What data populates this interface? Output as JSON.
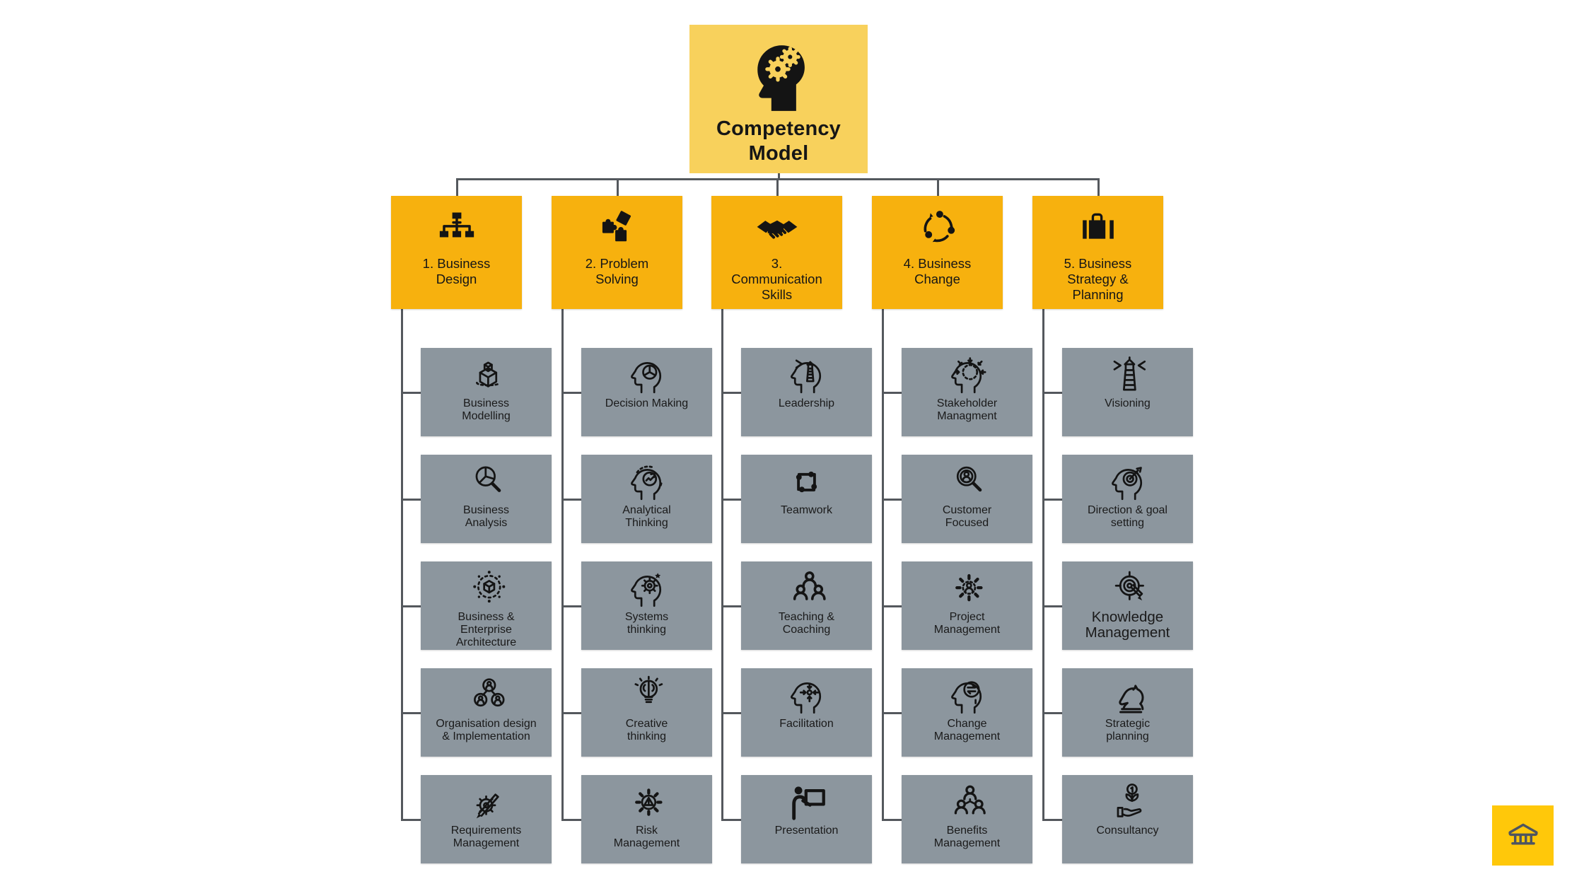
{
  "title": "Competency Model",
  "root": {
    "label": "Competency\nModel",
    "icon": "head-gears-icon"
  },
  "colors": {
    "background": "#FFFFFF",
    "root_bg": "#F8D15C",
    "category_bg": "#F7B10E",
    "item_bg": "#8C969E",
    "connector": "#54585D",
    "text": "#161616",
    "icon": "#141414",
    "footer_bg": "#FFC80A",
    "footer_icon": "#4E5560"
  },
  "categories": [
    {
      "label": "1. Business\nDesign",
      "icon": "org-hierarchy-icon",
      "items": [
        {
          "label": "Business\nModelling",
          "icon": "cube-stack-icon"
        },
        {
          "label": "Business\nAnalysis",
          "icon": "pie-magnifier-icon"
        },
        {
          "label": "Business &\nEnterprise\nArchitecture",
          "icon": "cube-orbit-icon"
        },
        {
          "label": "Organisation design\n& Implementation",
          "icon": "people-network-icon"
        },
        {
          "label": "Requirements\nManagement",
          "icon": "gear-pencil-icon"
        }
      ]
    },
    {
      "label": "2. Problem\nSolving",
      "icon": "puzzle-icon",
      "items": [
        {
          "label": "Decision Making",
          "icon": "head-pie-icon"
        },
        {
          "label": "Analytical\nThinking",
          "icon": "head-graph-icon"
        },
        {
          "label": "Systems\nthinking",
          "icon": "head-gear-icon"
        },
        {
          "label": "Creative\nthinking",
          "icon": "bulb-brain-icon"
        },
        {
          "label": "Risk\nManagement",
          "icon": "gear-warning-icon"
        }
      ]
    },
    {
      "label": "3.\nCommunication\nSkills",
      "icon": "handshake-icon",
      "items": [
        {
          "label": "Leadership",
          "icon": "head-lighthouse-icon"
        },
        {
          "label": "Teamwork",
          "icon": "hands-square-icon"
        },
        {
          "label": "Teaching &\nCoaching",
          "icon": "people-group-icon"
        },
        {
          "label": "Facilitation",
          "icon": "head-converge-icon"
        },
        {
          "label": "Presentation",
          "icon": "presenter-board-icon"
        }
      ]
    },
    {
      "label": "4. Business\nChange",
      "icon": "cycle-arrows-icon",
      "items": [
        {
          "label": "Stakeholder\nManagment",
          "icon": "head-dotted-icon"
        },
        {
          "label": "Customer\nFocused",
          "icon": "person-magnifier-icon"
        },
        {
          "label": "Project\nManagement",
          "icon": "gear-person-icon"
        },
        {
          "label": "Change\nManagement",
          "icon": "head-exchange-icon"
        },
        {
          "label": "Benefits\nManagement",
          "icon": "people-link-icon"
        }
      ]
    },
    {
      "label": "5. Business\nStrategy &\nPlanning",
      "icon": "briefcase-icon",
      "items": [
        {
          "label": "Visioning",
          "icon": "lighthouse-icon"
        },
        {
          "label": "Direction & goal\nsetting",
          "icon": "head-target-icon"
        },
        {
          "label": "Knowledge\nManagement",
          "icon": "target-pencil-icon",
          "emphasis": true
        },
        {
          "label": "Strategic\nplanning",
          "icon": "chess-knight-icon"
        },
        {
          "label": "Consultancy",
          "icon": "plant-hand-icon"
        }
      ]
    }
  ],
  "footer": {
    "icon": "bank-icon"
  }
}
